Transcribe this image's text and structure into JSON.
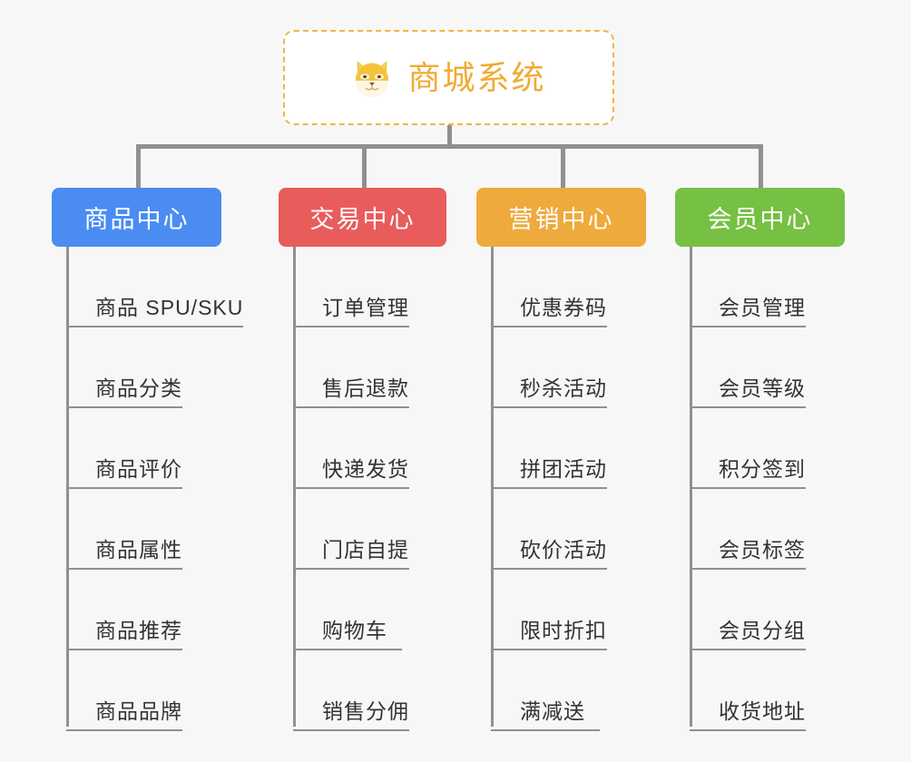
{
  "page": {
    "background_color": "#f7f7f7",
    "type": "mindmap-org-chart"
  },
  "root": {
    "title": "商城系统",
    "icon": "shiba-dog-icon",
    "text_color": "#f0ab33",
    "border_color": "#f2b544",
    "background_color": "#ffffff"
  },
  "connector_color": "#909090",
  "branches": [
    {
      "label": "商品中心",
      "color": "#4a8cf2",
      "items": [
        "商品 SPU/SKU",
        "商品分类",
        "商品评价",
        "商品属性",
        "商品推荐",
        "商品品牌"
      ]
    },
    {
      "label": "交易中心",
      "color": "#e85c5c",
      "items": [
        "订单管理",
        "售后退款",
        "快递发货",
        "门店自提",
        "购物车",
        "销售分佣"
      ]
    },
    {
      "label": "营销中心",
      "color": "#eeaa3c",
      "items": [
        "优惠券码",
        "秒杀活动",
        "拼团活动",
        "砍价活动",
        "限时折扣",
        "满减送"
      ]
    },
    {
      "label": "会员中心",
      "color": "#76c043",
      "items": [
        "会员管理",
        "会员等级",
        "积分签到",
        "会员标签",
        "会员分组",
        "收货地址"
      ]
    }
  ]
}
